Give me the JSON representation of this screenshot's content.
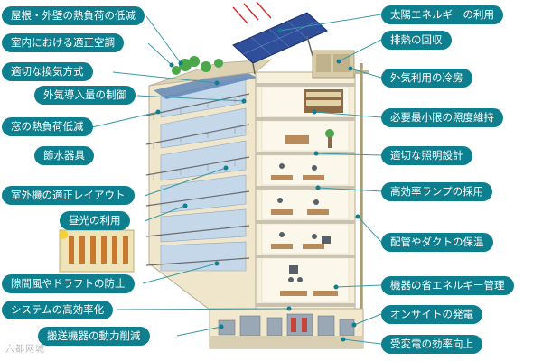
{
  "labels_left": [
    "屋根・外壁の熱負荷の低減",
    "室内における適正空調",
    "適切な換気方式",
    "外気導入量の制御",
    "窓の熱負荷低減",
    "節水器具",
    "室外機の適正レイアウト",
    "昼光の利用",
    "隙間風やドラフトの防止",
    "システムの高効率化",
    "搬送機器の動力削減"
  ],
  "labels_right": [
    "太陽エネルギーの利用",
    "排熱の回収",
    "外気利用の冷房",
    "必要最小限の照度維持",
    "適切な照明設計",
    "高効率ランプの採用",
    "配管やダクトの保温",
    "機器の省エネルギー管理",
    "オンサイトの発電",
    "受変電の効率向上"
  ],
  "watermark": "六都网城",
  "colors": {
    "pill": "#0e7f8e",
    "pill_text": "#ffffff",
    "leader": "#3a9aa6",
    "building_wall": "#f3e9cf",
    "floor_slab": "#c9c2b0",
    "glass": "#bcd3e6",
    "solar_panel": "#2f4f9a",
    "plant": "#4aa74a"
  }
}
